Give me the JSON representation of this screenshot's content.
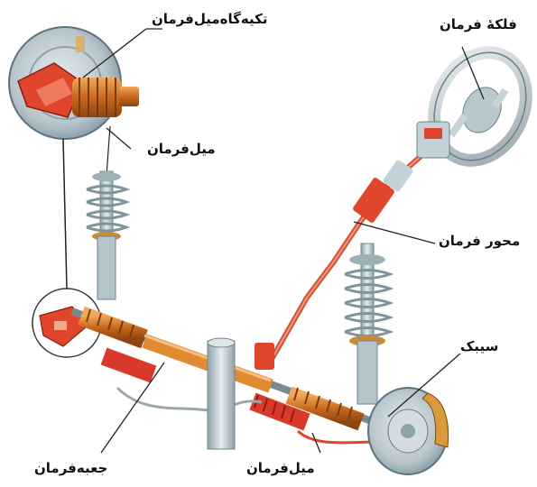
{
  "labels": {
    "steering_arm_support": "تکیه‌گاه‌میل‌فرمان",
    "steering_wheel": "فلکهٔ فرمان",
    "tie_rod_top": "میل‌فرمان",
    "steering_shaft": "محور فرمان",
    "pinion": "سیبک",
    "steering_box": "جعبه‌فرمان",
    "tie_rod_bottom": "میل‌فرمان"
  },
  "colors": {
    "orange_boot": "#d9812b",
    "red_part": "#e0462c",
    "steel": "#b9c6cc",
    "spring": "#aebfc6",
    "leader": "#222222"
  }
}
